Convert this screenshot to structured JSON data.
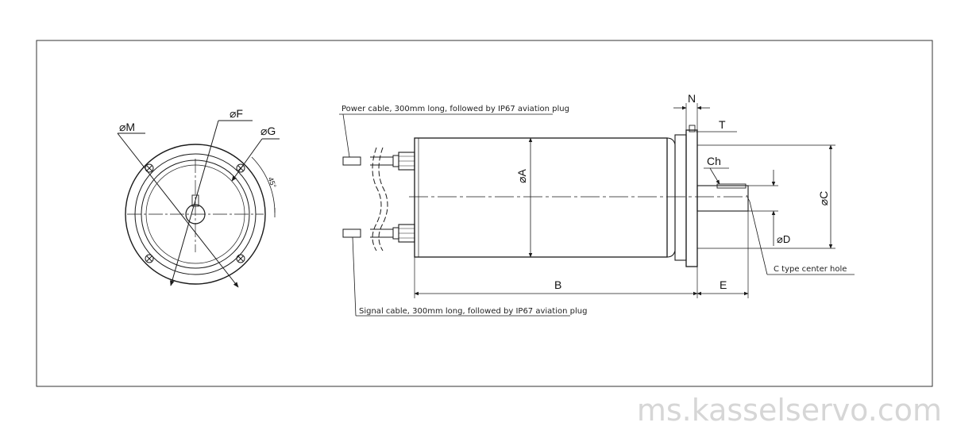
{
  "colors": {
    "line": "#1a1a1a",
    "border": "#333333",
    "watermark": "#d4d4d4"
  },
  "front_view": {
    "labels": {
      "m": "⌀M",
      "f": "⌀F",
      "g": "⌀G",
      "angle": "45°"
    }
  },
  "side_view": {
    "labels": {
      "n": "N",
      "t": "T",
      "a": "⌀A",
      "c": "⌀C",
      "ch": "Ch",
      "d": "⌀D",
      "b": "B",
      "e": "E"
    },
    "notes": {
      "power_cable": "Power cable, 300mm long, followed by IP67 aviation plug",
      "signal_cable": "Signal cable, 300mm long, followed by IP67 aviation plug",
      "center_hole": "C type center hole"
    }
  },
  "watermark": "ms.kasselservo.com"
}
